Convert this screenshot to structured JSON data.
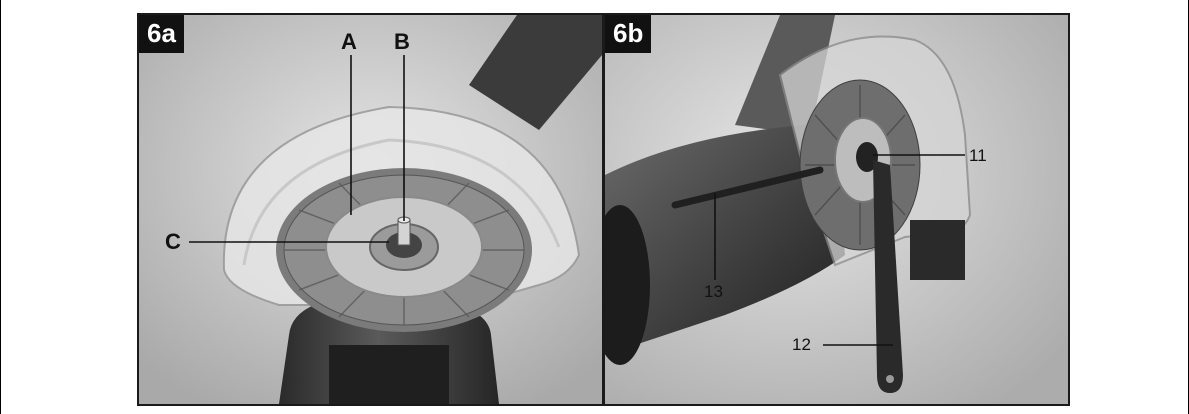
{
  "figures": [
    {
      "id": "6a",
      "label": "6a",
      "callouts": {
        "a": "A",
        "b": "B",
        "c": "C"
      }
    },
    {
      "id": "6b",
      "label": "6b",
      "callouts": {
        "n11": "11",
        "n12": "12",
        "n13": "13"
      }
    }
  ]
}
